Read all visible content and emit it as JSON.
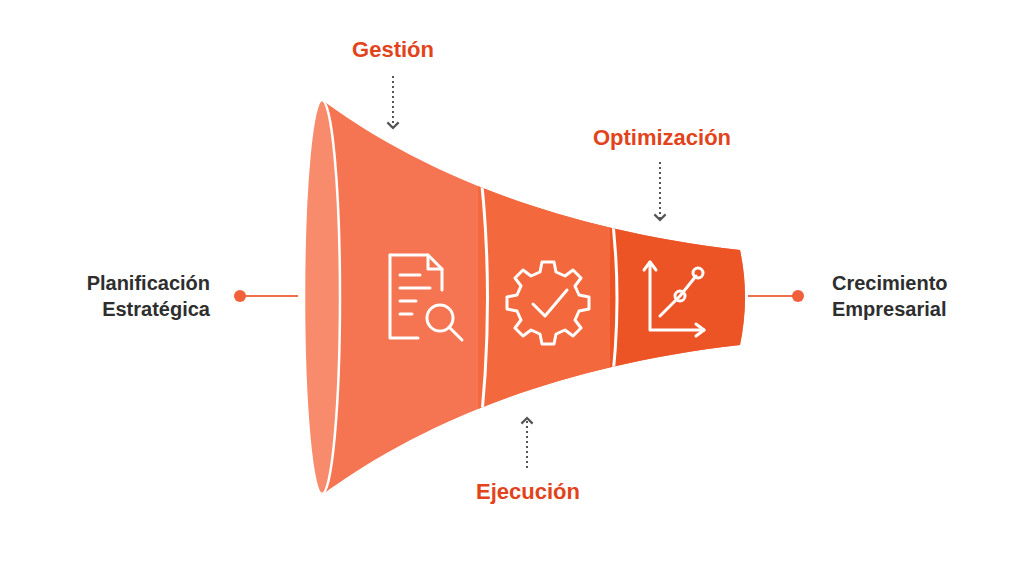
{
  "diagram": {
    "labels": [
      "Gestión",
      "Optimización",
      "Planificación Estratégica",
      "Crecimiento Empresarial",
      "Ejecución"
    ]
  }
}
